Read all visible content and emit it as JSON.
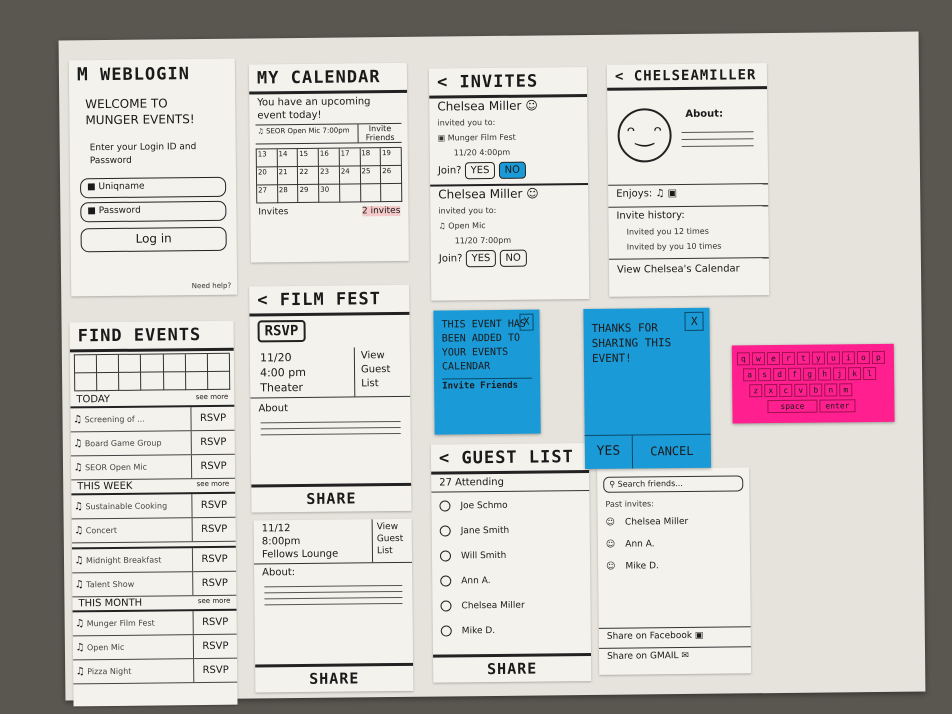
{
  "weblogin": {
    "title": "WEBLOGIN",
    "welcome": "WELCOME TO MUNGER EVENTS!",
    "prompt": "Enter your Login ID and Password",
    "username": "Uniqname",
    "password": "Password",
    "login": "Log in",
    "help": "Need help?"
  },
  "calendar": {
    "title": "MY CALENDAR",
    "notice": "You have an upcoming event today!",
    "event": "SEOR Open Mic",
    "event_time": "7:00pm",
    "invite": "Invite Friends",
    "days": [
      "13",
      "14",
      "15",
      "16",
      "17",
      "18",
      "19",
      "20",
      "21",
      "22",
      "23",
      "24",
      "25",
      "26",
      "27",
      "28",
      "29",
      "30"
    ],
    "invites": "Invites",
    "invite_count": "2 invites"
  },
  "invites": {
    "title": "< INVITES",
    "items": [
      {
        "name": "Chelsea Miller",
        "sub": "invited you to:",
        "event": "Munger Film Fest",
        "date": "11/20   4:00pm",
        "join": "Join?",
        "yes": "YES",
        "no": "NO"
      },
      {
        "name": "Chelsea Miller",
        "sub": "invited you to:",
        "event": "Open Mic",
        "date": "11/20   7:00pm",
        "join": "Join?",
        "yes": "YES",
        "no": "NO"
      }
    ]
  },
  "profile": {
    "title": "< CHELSEAMILLER",
    "about": "About:",
    "enjoys": "Enjoys:",
    "history": "Invite history:",
    "h1": "Invited you 12 times",
    "h2": "Invited by you 10 times",
    "link": "View Chelsea's Calendar"
  },
  "find": {
    "title": "FIND EVENTS",
    "today": "TODAY",
    "week": "THIS WEEK",
    "month": "THIS MONTH",
    "see_more": "see more",
    "rsvp": "RSVP",
    "today_items": [
      "Screening of ...",
      "Board Game Group",
      "SEOR Open Mic"
    ],
    "week_items": [
      "Sustainable Cooking",
      "Concert"
    ],
    "week2_items": [
      "Midnight Breakfast",
      "Talent Show"
    ],
    "month_items": [
      "Munger Film Fest",
      "Open Mic",
      "Pizza Night"
    ]
  },
  "filmfest": {
    "title": "< FILM FEST",
    "rsvp": "RSVP",
    "date": "11/20",
    "time": "4:00 pm",
    "place": "Theater",
    "view": "View Guest List",
    "about": "About",
    "share": "SHARE"
  },
  "event2": {
    "date": "11/12",
    "time": "8:00pm",
    "place": "Fellows Lounge",
    "view": "View Guest List",
    "about": "About:",
    "share": "SHARE"
  },
  "added": {
    "text": "THIS EVENT HAS BEEN ADDED TO YOUR EVENTS CALENDAR",
    "link": "Invite Friends",
    "close": "X"
  },
  "thanks": {
    "text": "THANKS FOR SHARING THIS EVENT!",
    "close": "X",
    "yes": "YES",
    "cancel": "CANCEL"
  },
  "guests": {
    "title": "< GUEST LIST",
    "count": "27 Attending",
    "names": [
      "Joe Schmo",
      "Jane Smith",
      "Will Smith",
      "Ann A.",
      "Chelsea Miller",
      "Mike D."
    ],
    "share": "SHARE"
  },
  "sharefriends": {
    "search": "Search friends...",
    "past": "Past invites:",
    "names": [
      "Chelsea Miller",
      "Ann A.",
      "Mike D."
    ],
    "facebook": "Share on Facebook",
    "gmail": "Share on GMAIL"
  },
  "keyboard": {
    "rows": [
      "qwertyuiop",
      "asdfghjkl",
      "zxcvbnm"
    ],
    "space": "space",
    "enter": "enter"
  }
}
